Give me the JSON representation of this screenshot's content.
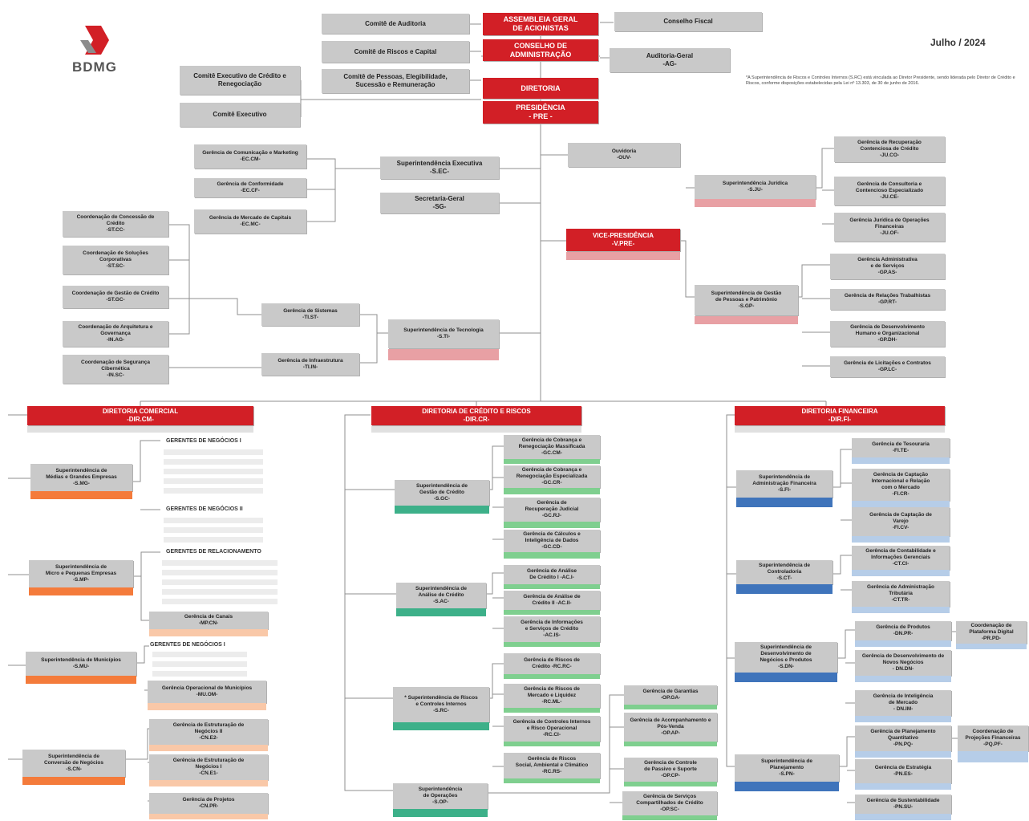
{
  "header": {
    "brand": "BDMG",
    "date": "Julho / 2024",
    "note": "*A Superintendência de Riscos e Controles Internos (S.RC) está vinculada ao Diretor Presidente, sendo liderada pelo Diretor de Crédito e Riscos, conforme disposições estabelecidas pela Lei nº 13.303, de 30 de junho de 2016."
  },
  "top": {
    "assembleia": "ASSEMBLEIA GERAL\nDE ACIONISTAS",
    "conselho": "CONSELHO DE\nADMINISTRAÇÃO",
    "diretoria": "DIRETORIA",
    "presidencia": "PRESIDÊNCIA\n- PRE -",
    "comite_auditoria": "Comitê de Auditoria",
    "comite_riscos": "Comitê de Riscos e Capital",
    "comite_pessoas": "Comitê de Pessoas, Elegibilidade,\nSucessão e Remuneração",
    "conselho_fiscal": "Conselho Fiscal",
    "auditoria_geral": "Auditoria-Geral\n-AG-",
    "comite_credito": "Comitê Executivo de Crédito e\nRenegociação",
    "comite_executivo": "Comitê Executivo"
  },
  "presidency": {
    "s_ec": "Superintendência Executiva\n-S.EC-",
    "sg": "Secretaria-Geral\n-SG-",
    "ouvidoria": "Ouvidoria\n-OUV-",
    "ec_cm": "Gerência de Comunicação e Marketing\n-EC.CM-",
    "ec_cf": "Gerência de Conformidade\n-EC.CF-",
    "ec_mc": "Gerência de Mercado de Capitais\n-EC.MC-"
  },
  "tech": {
    "s_ti": "Superintendência de Tecnologia\n-S.TI-",
    "ti_st": "Gerência de Sistemas\n-TI.ST-",
    "ti_in": "Gerência de Infraestrutura\n-TI.IN-",
    "st_cc": "Coordenação de Concessão de\nCrédito\n-ST.CC-",
    "st_sc": "Coordenação de Soluções\nCorporativas\n-ST.SC-",
    "st_gc": "Coordenação de Gestão de Crédito\n-ST.GC-",
    "in_ag": "Coordenação de Arquitetura e\nGovernança\n-IN.AG-",
    "in_sc": "Coordenação de Segurança\nCibernética\n-IN.SC-"
  },
  "vice": {
    "vpre": "VICE-PRESIDÊNCIA\n-V.PRE-",
    "s_ju": "Superintendência Jurídica\n-S.JU-",
    "ju_co": "Gerência de Recuperação\nContenciosa de Crédito\n-JU.CO-",
    "ju_ce": "Gerência de Consultoria e\nContencioso Especializado\n-JU.CE-",
    "ju_of": "Gerência Jurídica de Operações\nFinanceiras\n-JU.OF-",
    "s_gp": "Superintendência de Gestão\nde Pessoas e Patrimônio\n-S.GP-",
    "gp_as": "Gerência Administrativa\ne de Serviços\n-GP.AS-",
    "gp_rt": "Gerência de Relações Trabalhistas\n-GP.RT-",
    "gp_dh": "Gerência de Desenvolvimento\nHumano e Organizacional\n-GP.DH-",
    "gp_lc": "Gerência de Licitações e Contratos\n-GP.LC-"
  },
  "comercial": {
    "title": "DIRETORIA COMERCIAL\n-DIR.CM-",
    "s_mg": "Superintendência de\nMédias e Grandes Empresas\n-S.MG-",
    "gn1": "GERENTES DE NEGÓCIOS I",
    "gn2": "GERENTES DE NEGÓCIOS II",
    "s_mp": "Superintendência de\nMicro e Pequenas Empresas\n-S.MP-",
    "grel": "GERENTES DE RELACIONAMENTO",
    "mp_cn": "Gerência de Canais\n-MP.CN-",
    "s_mu": "Superintendência de Municípios\n-S.MU-",
    "gn_mu": "GERENTES DE NEGÓCIOS I",
    "mu_om": "Gerência Operacional de Municípios\n-MU.OM-",
    "s_cn": "Superintendência de\nConversão de Negócios\n-S.CN-",
    "cn_e2": "Gerência de Estruturação de\nNegócios II\n-CN.E2-",
    "cn_e1": "Gerência de Estruturação de\nNegócios I\n-CN.E1-",
    "cn_pr": "Gerência de Projetos\n-CN.PR-"
  },
  "credito": {
    "title": "DIRETORIA DE CRÉDITO E RISCOS\n-DIR.CR-",
    "s_gc": "Superintendência de\nGestão de Crédito\n-S.GC-",
    "gc_cm": "Gerência de Cobrança e\nRenegociação Massificada\n-GC.CM-",
    "gc_cr": "Gerência de Cobrança e\nRenegociação Especializada\n-GC.CR-",
    "gc_rj": "Gerência de\nRecuperação Judicial\n-GC.RJ-",
    "gc_cd": "Gerência de Cálculos e\nInteligência de Dados\n-GC.CD-",
    "s_ac": "Superintendência de\nAnálise de Crédito\n-S.AC-",
    "ac_1": "Gerência de Análise\nDe Crédito I -AC.I-",
    "ac_2": "Gerência de Análise de\nCrédito II -AC.II-",
    "ac_is": "Gerência de Informações\ne Serviços de Crédito\n-AC.IS-",
    "s_rc": "* Superintendência de Riscos\ne Controles Internos\n-S.RC-",
    "rc_rc": "Gerência de Riscos de\nCrédito -RC.RC-",
    "rc_ml": "Gerência de Riscos de\nMercado e Liquidez\n-RC.ML-",
    "rc_ci": "Gerência de Controles Internos\ne Risco Operacional\n-RC.CI-",
    "rc_rs": "Gerência de Riscos\nSocial, Ambiental e Climático\n-RC.RS-",
    "s_op": "Superintendência\nde Operações\n-S.OP-",
    "op_ga": "Gerência de Garantias\n-OP.GA-",
    "op_ap": "Gerência de Acompanhamento e\nPós-Venda\n-OP.AP-",
    "op_cp": "Gerência de Controle\nde Passivo e Suporte\n-OP.CP-",
    "op_sc": "Gerência de Serviços\nCompartilhados de Crédito\n-OP.SC-"
  },
  "financeira": {
    "title": "DIRETORIA FINANCEIRA\n-DIR.FI-",
    "s_fi": "Superintendência de\nAdministração Financeira\n-S.FI-",
    "fi_te": "Gerência de Tesouraria\n-FI.TE-",
    "fi_cr": "Gerência de Captação\nInternacional e Relação\ncom o Mercado\n-FI.CR-",
    "fi_cv": "Gerência de Captação de\nVarejo\n-FI.CV-",
    "s_ct": "Superintendência de\nControladoria\n-S.CT-",
    "ct_ci": "Gerência de Contabilidade e\nInformações Gerenciais\n-CT.CI-",
    "ct_tr": "Gerência de Administração\nTributária\n-CT.TR-",
    "s_dn": "Superintendência de\nDesenvolvimento de\nNegócios e Produtos\n-S.DN-",
    "dn_pr": "Gerência de Produtos\n-DN.PR-",
    "dn_dn": "Gerência de Desenvolvimento de\nNovos Negócios\n- DN.DN-",
    "dn_im": "Gerência de Inteligência\nde Mercado\n- DN.IM-",
    "pr_pd": "Coordenação de\nPlataforma Digital\n-PR.PD-",
    "s_pn": "Superintendência de\nPlanejamento\n-S.PN-",
    "pn_pq": "Gerência de Planejamento\nQuantitativo\n-PN.PQ-",
    "pn_es": "Gerência de Estratégia\n-PN.ES-",
    "pn_su": "Gerência de Sustentabilidade\n-PN.SU-",
    "pq_pf": "Coordenação de\nProjeções Financeiras\n-PQ.PF-"
  }
}
